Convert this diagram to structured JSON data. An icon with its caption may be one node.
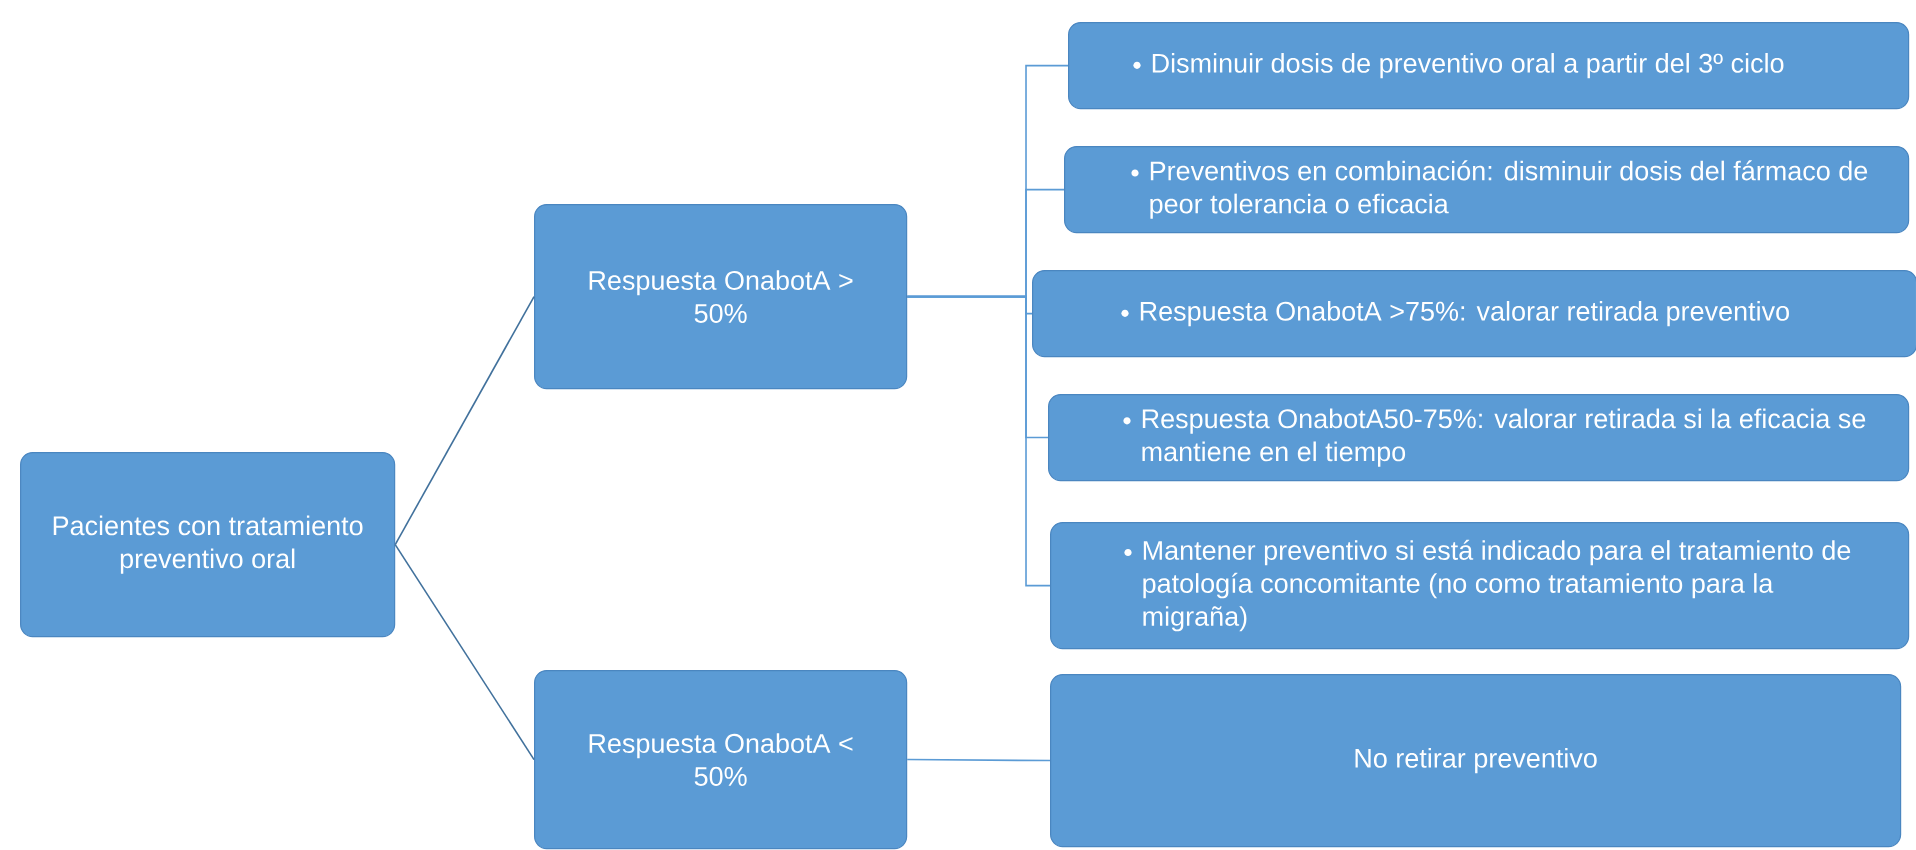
{
  "diagram": {
    "nodes": [
      {
        "text": [
          "Pacientes con tratamiento preventivo oral"
        ]
      },
      {
        "text": [
          "Respuesta OnabotA > 50%"
        ]
      },
      {
        "text": [
          "Respuesta OnabotA < 50%"
        ]
      },
      {
        "text": [
          "Disminuir dosis de preventivo oral a partir del 3º ciclo"
        ]
      },
      {
        "text": [
          "Preventivos en combinación: disminuir dosis del fármaco de peor tolerancia o eficacia"
        ]
      },
      {
        "text": [
          "Respuesta OnabotA >75%: valorar retirada preventivo"
        ]
      },
      {
        "text": [
          "Respuesta OnabotA50-75%: valorar retirada si la eficacia se mantiene en el tiempo"
        ]
      },
      {
        "text": [
          "Mantener preventivo si está indicado para el tratamiento de patología concomitante (no como tratamiento para la migraña)"
        ]
      },
      {
        "text": [
          "No retirar preventivo"
        ]
      }
    ],
    "edges": [
      {
        "from": 0,
        "to": 1,
        "arrow": "none",
        "color": "#41719c"
      },
      {
        "from": 0,
        "to": 2,
        "arrow": "none",
        "color": "#41719c"
      },
      {
        "from": 1,
        "to": 3,
        "arrow": "none"
      },
      {
        "from": 1,
        "to": 4,
        "arrow": "none"
      },
      {
        "from": 1,
        "to": 5,
        "arrow": "none"
      },
      {
        "from": 1,
        "to": 6,
        "arrow": "none"
      },
      {
        "from": 1,
        "to": 7,
        "arrow": "none"
      },
      {
        "from": 2,
        "to": 8,
        "arrow": "none"
      }
    ]
  }
}
